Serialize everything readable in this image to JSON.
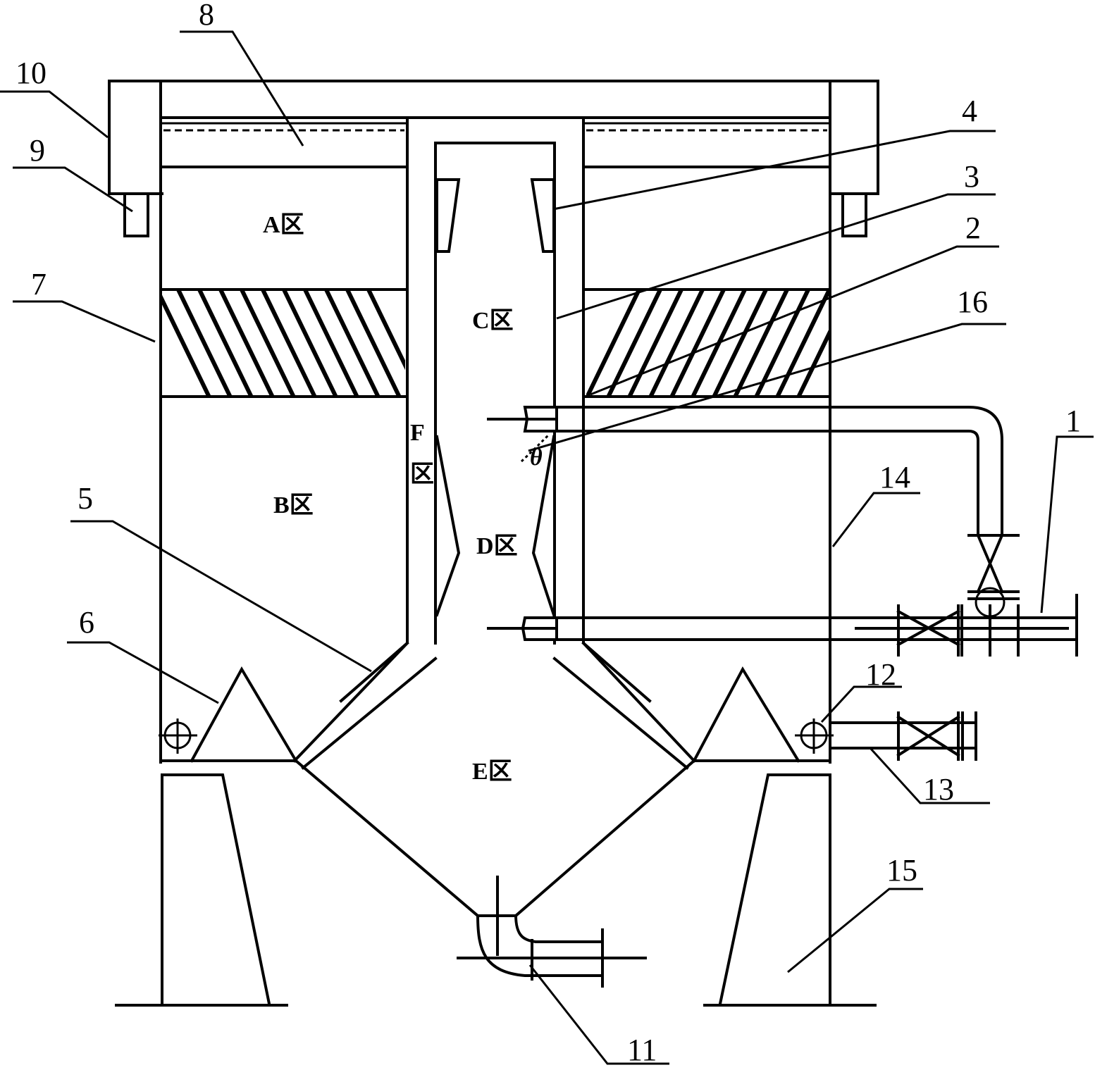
{
  "callouts": {
    "c1": "1",
    "c2": "2",
    "c3": "3",
    "c4": "4",
    "c5": "5",
    "c6": "6",
    "c7": "7",
    "c8": "8",
    "c9": "9",
    "c10": "10",
    "c11": "11",
    "c12": "12",
    "c13": "13",
    "c14": "14",
    "c15": "15",
    "c16": "16"
  },
  "zones": {
    "a": "A",
    "b": "B",
    "c": "C",
    "d": "D",
    "e": "E",
    "f": "F"
  },
  "zone_suffix": "区",
  "angle_symbol": "θ",
  "colors": {
    "line": "#000000",
    "background": "#ffffff"
  }
}
